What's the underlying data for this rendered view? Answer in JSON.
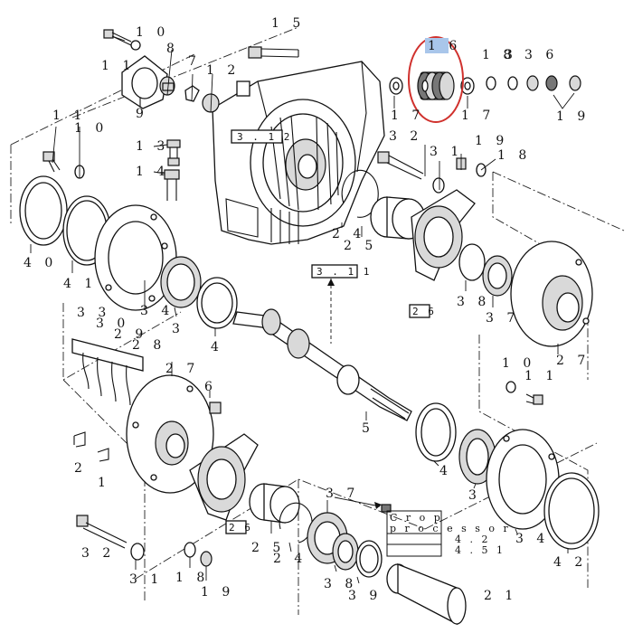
{
  "labels": {
    "p10a": "1 0",
    "p11a": "1 1",
    "p8": "8",
    "p9": "9",
    "p7": "7",
    "p12": "1 2",
    "p15": "1 5",
    "p16": "1 6",
    "p17a": "1 7",
    "p17b": "1 7",
    "p18a": "1 8",
    "p13a": "3",
    "p13b": "3 6",
    "p19a": "1 9",
    "p11b": "1 1",
    "p10b": "1 0",
    "p13": "1 3",
    "p14": "1 4",
    "p40": "4 0",
    "p41": "4 1",
    "p34a": "3 4",
    "p3a": "3",
    "p4a": "4",
    "p32a": "3 2",
    "p31a": "3 1",
    "p19b": "1 9",
    "p18b": "1 8",
    "p24a": "2 4",
    "p25a": "2 5",
    "p38a": "3 8",
    "p37a": "3 7",
    "p27a": "2 7",
    "p10c": "1 0",
    "p11c": "1 1",
    "p5": "5",
    "p33": "3 3",
    "p30": "3 0",
    "p29": "2 9",
    "p28": "2 8",
    "p27b": "2 7",
    "p6": "6",
    "p2": "2",
    "p1": "1",
    "p32b": "3 2",
    "p31b": "3 1",
    "p18c": "1 8",
    "p19c": "1 9",
    "p26b_25": "2 5",
    "p24b": "2 4",
    "p37b": "3 7",
    "p38b": "3 8",
    "p39": "3 9",
    "p21": "2 1",
    "p4b": "4",
    "p3b": "3",
    "p34b": "3 4",
    "p42": "4 2"
  },
  "refs": {
    "ref_3_12": "3 . 1 2",
    "ref_3_11": "3 . 1 1",
    "ref_26a": "2 6",
    "ref_26b": "2 6"
  },
  "crop_note": {
    "line1": "C r o p",
    "line2": "p r o c e s s o r",
    "line3": "4 . 2",
    "line4": "4 . 5 1"
  },
  "highlight": {
    "part": "1 6",
    "circle_color": "#d0312d",
    "label_bg": "#a9c6ea"
  }
}
